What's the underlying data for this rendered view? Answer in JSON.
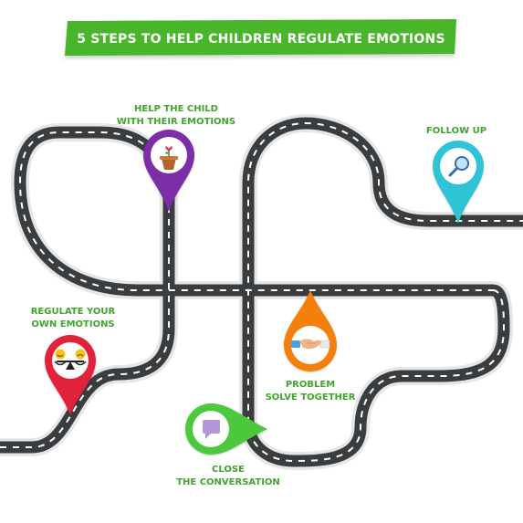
{
  "title": "5 STEPS TO HELP CHILDREN REGULATE EMOTIONS",
  "colors": {
    "title_green": "#49b52c",
    "road": "#3a3d40",
    "road_outline": "#e6e6e6",
    "lane_marking": "#ffffff",
    "label_green": "#3fa62c",
    "pin_purple": "#7b2fa8",
    "pin_cyan": "#2ec4d6",
    "pin_red": "#e1213a",
    "pin_orange": "#f37f0c",
    "pin_green": "#4cc83b"
  },
  "steps": [
    {
      "line1": "HELP THE CHILD",
      "line2": "WITH THEIR EMOTIONS",
      "icon": "flower-pot-icon",
      "pin_color": "purple"
    },
    {
      "line1": "FOLLOW UP",
      "line2": "",
      "icon": "magnifier-icon",
      "pin_color": "cyan"
    },
    {
      "line1": "REGULATE YOUR",
      "line2": "OWN EMOTIONS",
      "icon": "emoji-balance-scale-icon",
      "pin_color": "red"
    },
    {
      "line1": "PROBLEM",
      "line2": "SOLVE TOGETHER",
      "icon": "handshake-icon",
      "pin_color": "orange"
    },
    {
      "line1": "CLOSE",
      "line2": "THE CONVERSATION",
      "icon": "speech-bubble-icon",
      "pin_color": "green"
    }
  ]
}
